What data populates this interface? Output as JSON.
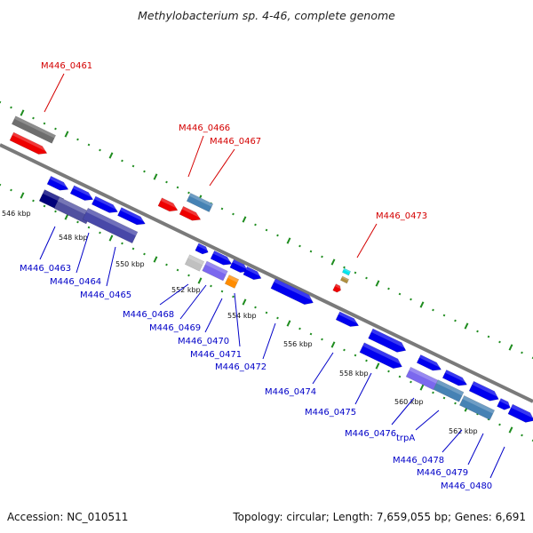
{
  "title": "Methylobacterium sp. 4-46, complete genome",
  "footer": {
    "accession": "Accession: NC_010511",
    "topology": "Topology: circular; Length: 7,659,055 bp; Genes: 6,691"
  },
  "colors": {
    "label_top": "#d40000",
    "label_bottom": "#0000c8",
    "backbone": "#7a7a7a",
    "tick": "#1e8c1e"
  },
  "scale": {
    "labels": [
      "546 kbp",
      "548 kbp",
      "550 kbp",
      "552 kbp",
      "554 kbp",
      "556 kbp",
      "558 kbp",
      "560 kbp",
      "562 kbp"
    ]
  },
  "genes_top": [
    {
      "name": "M446_0461",
      "color": "#6e6e6e",
      "shape": "box"
    },
    {
      "name": "",
      "color": "#ee0000",
      "shape": "arrow"
    },
    {
      "name": "",
      "color": "#ee0000",
      "shape": "arrow"
    },
    {
      "name": "M446_0466",
      "color": "#ee0000",
      "shape": "arrow"
    },
    {
      "name": "M446_0467",
      "color": "#4682b4",
      "shape": "box"
    },
    {
      "name": "M446_0473",
      "color": "#00e5ee",
      "shape": "box"
    },
    {
      "name": "",
      "color": "#b09040",
      "shape": "box"
    },
    {
      "name": "",
      "color": "#ee0000",
      "shape": "arrow"
    }
  ],
  "genes_bottom": [
    {
      "name": "",
      "color": "#0000ee",
      "shape": "arrow"
    },
    {
      "name": "",
      "color": "#0000ee",
      "shape": "arrow"
    },
    {
      "name": "",
      "color": "#0000ee",
      "shape": "arrow"
    },
    {
      "name": "",
      "color": "#0000ee",
      "shape": "arrow"
    },
    {
      "name": "M446_0463",
      "color": "#00007a",
      "shape": "box"
    },
    {
      "name": "M446_0464",
      "color": "#5050a0",
      "shape": "box"
    },
    {
      "name": "M446_0465",
      "color": "#4848a8",
      "shape": "box"
    },
    {
      "name": "",
      "color": "#0000ee",
      "shape": "arrow"
    },
    {
      "name": "",
      "color": "#0000ee",
      "shape": "arrow"
    },
    {
      "name": "M446_0468",
      "color": "#c0c0c0",
      "shape": "box"
    },
    {
      "name": "M446_0469",
      "color": "#7b68ee",
      "shape": "box"
    },
    {
      "name": "M446_0470",
      "color": "#0000ee",
      "shape": "arrow"
    },
    {
      "name": "M446_0471",
      "color": "#ff8c00",
      "shape": "box"
    },
    {
      "name": "M446_0472",
      "color": "#0000ee",
      "shape": "arrow"
    },
    {
      "name": "M446_0474",
      "color": "#0000ee",
      "shape": "arrow"
    },
    {
      "name": "",
      "color": "#0000ee",
      "shape": "arrow"
    },
    {
      "name": "M446_0475",
      "color": "#0000ee",
      "shape": "arrow"
    },
    {
      "name": "",
      "color": "#0000ee",
      "shape": "arrow"
    },
    {
      "name": "M446_0476",
      "color": "#7b68ee",
      "shape": "box"
    },
    {
      "name": "trpA",
      "color": "#4682b4",
      "shape": "box"
    },
    {
      "name": "",
      "color": "#0000ee",
      "shape": "arrow"
    },
    {
      "name": "M446_0478",
      "color": "#0000ee",
      "shape": "arrow"
    },
    {
      "name": "M446_0479",
      "color": "#4682b4",
      "shape": "box"
    },
    {
      "name": "",
      "color": "#0000ee",
      "shape": "arrow"
    },
    {
      "name": "M446_0480",
      "color": "#0000ee",
      "shape": "arrow"
    }
  ]
}
